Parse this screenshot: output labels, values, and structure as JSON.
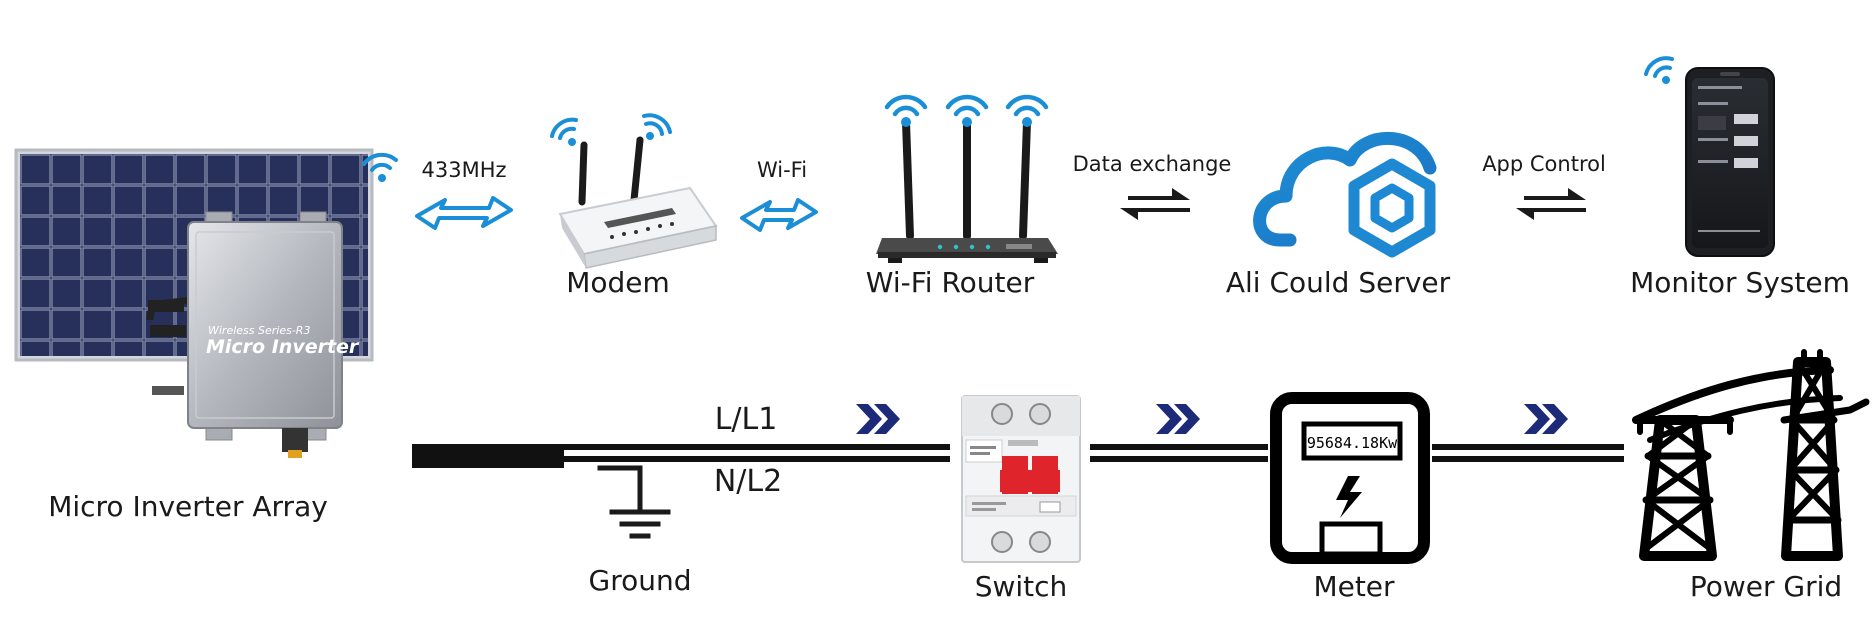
{
  "devices": {
    "micro_inverter_array": "Micro Inverter Array",
    "modem": "Modem",
    "wifi_router": "Wi-Fi Router",
    "cloud_server": "Ali Could Server",
    "monitor_system": "Monitor System",
    "ground": "Ground",
    "switch": "Switch",
    "meter": "Meter",
    "power_grid": "Power Grid"
  },
  "links": {
    "inverter_modem": "433MHz",
    "modem_router": "Wi-Fi",
    "router_cloud": "Data exchange",
    "cloud_app": "App Control"
  },
  "lines": {
    "l1": "L/L1",
    "l2": "N/L2"
  },
  "inverter_text": {
    "series": "Wireless Series-R3",
    "name": "Micro Inverter"
  },
  "meter_reading": "95684.18Kw",
  "colors": {
    "wireless_blue": "#1a8fd8",
    "cloud_blue": "#1e90d6",
    "flow_arrow_navy": "#1c2a78",
    "breaker_red": "#e0242c",
    "panel_blue": "#1f2748"
  }
}
